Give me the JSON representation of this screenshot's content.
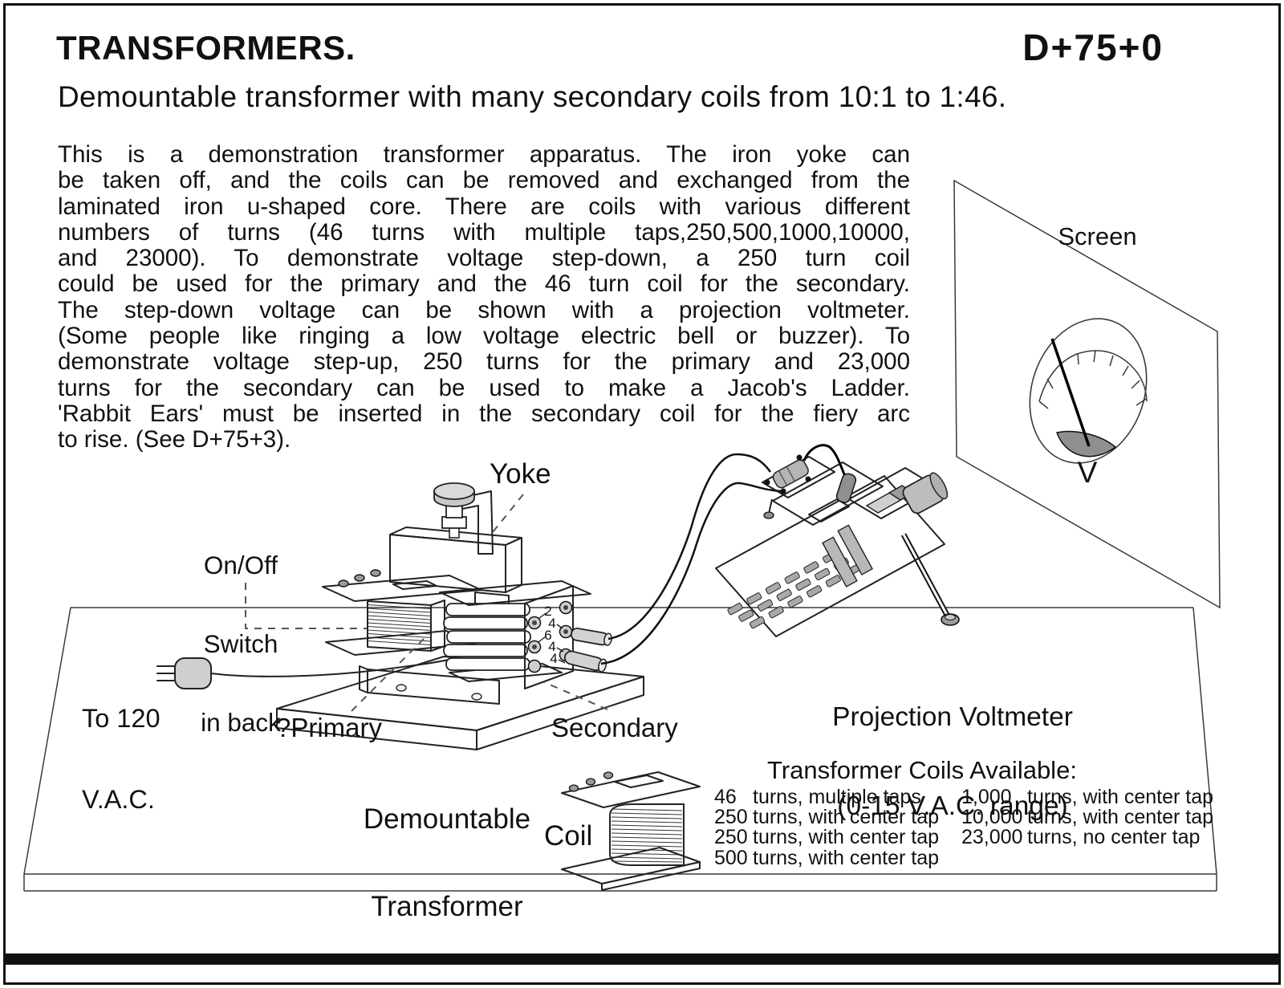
{
  "page": {
    "title": "TRANSFORMERS.",
    "code": "D+75+0",
    "subtitle": "Demountable transformer with many secondary coils from 10:1 to 1:46.",
    "body": [
      "This is a demonstration transformer apparatus.  The iron yoke can",
      "be taken off, and the coils can be removed and exchanged from the",
      "laminated iron u-shaped core.  There are coils with various different",
      "numbers of turns (46 turns with multiple taps,250,500,1000,10000,",
      "and 23000). To demonstrate voltage step-down, a 250 turn coil",
      "could be used for the primary and the 46 turn coil for the secondary.",
      "The step-down voltage can be shown with a projection voltmeter.",
      "(Some people like ringing a low voltage electric bell or buzzer).  To",
      "demonstrate voltage step-up, 250 turns for the primary and 23,000",
      "turns for the secondary can be used to make a Jacob's Ladder.",
      "'Rabbit Ears' must be inserted in the secondary coil for the fiery arc",
      "to rise. (See D+75+3)."
    ]
  },
  "diagram": {
    "labels": {
      "screen": "Screen",
      "volt_unit": "V",
      "yoke": "Yoke",
      "on_off": [
        "On/Off",
        "Switch",
        "in back"
      ],
      "mains": [
        "To 120",
        "V.A.C."
      ],
      "primary": "?Primary",
      "secondary": "Secondary",
      "demountable": [
        "Demountable",
        "Transformer"
      ],
      "coil": "Coil",
      "projection_voltmeter": [
        "Projection Voltmeter",
        "(0-15 V.A.C. range)"
      ]
    },
    "terminals": [
      "2",
      "4",
      "6",
      "4",
      "4"
    ],
    "colors": {
      "ink": "#111111",
      "paper": "#ffffff",
      "light_gray": "#ececec",
      "mid_gray": "#d6d6d6",
      "dark_gray": "#8f8f8f"
    }
  },
  "coils": {
    "heading": "Transformer Coils Available:",
    "left": [
      {
        "num": "46",
        "desc": "turns, multiple taps"
      },
      {
        "num": "250",
        "desc": "turns, with center tap"
      },
      {
        "num": "250",
        "desc": "turns, with center tap"
      },
      {
        "num": "500",
        "desc": "turns, with center tap"
      }
    ],
    "right": [
      {
        "num": "1,000",
        "desc": "turns, with center tap"
      },
      {
        "num": "10,000",
        "desc": "turns, with center tap"
      },
      {
        "num": "23,000",
        "desc": "turns, no center tap"
      }
    ]
  }
}
